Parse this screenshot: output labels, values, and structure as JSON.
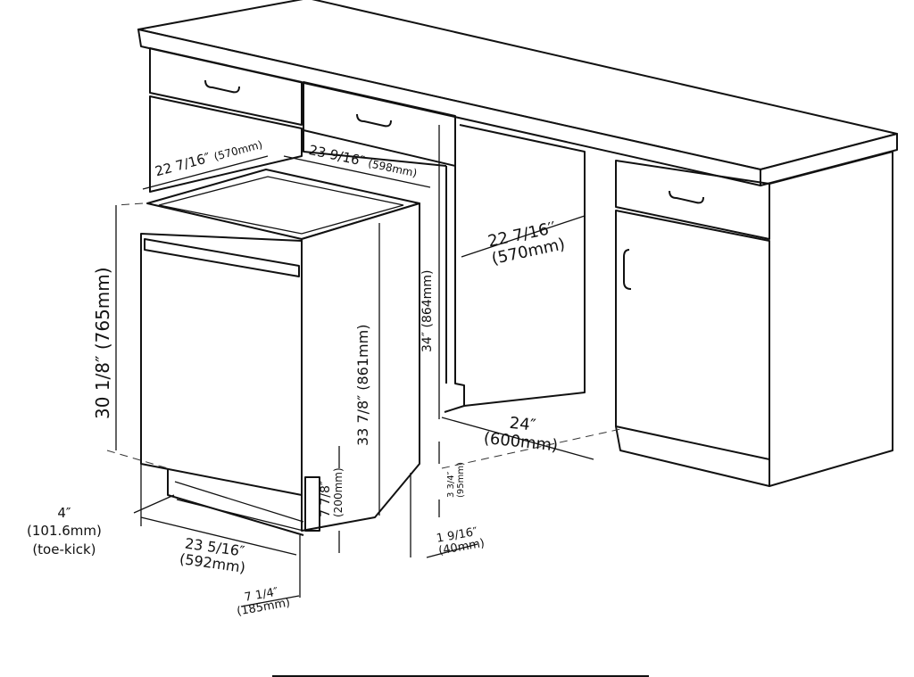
{
  "dimensions": {
    "cutout_depth_top": {
      "inch": "22 7/16″",
      "mm": "(570mm)"
    },
    "overall_depth": {
      "inch": "23 9/16″",
      "mm": "(598mm)"
    },
    "cabinet_depth": {
      "inch": "22 7/16′′",
      "mm": "(570mm)"
    },
    "door_height": {
      "text": "30 1/8″ (765mm)"
    },
    "unit_height": {
      "text": "33 7/8″ (861mm)"
    },
    "counter_height": {
      "text": "34″ (864mm)"
    },
    "opening_width": {
      "inch": "24″",
      "mm": "(600mm)"
    },
    "toe_kick": {
      "inch": "4″",
      "mm": "(101.6mm)",
      "note": "(toe-kick)"
    },
    "unit_width": {
      "inch": "23 5/16″",
      "mm": "(592mm)"
    },
    "door_swing": {
      "inch": "7 1/4″",
      "mm": "(185mm)"
    },
    "base_height": {
      "inch": "7 7/8″",
      "mm": "(200mm)"
    },
    "leg_adjust": {
      "inch": "3 3/4″",
      "mm": "(95mm)"
    },
    "rear_gap": {
      "inch": "1 9/16″",
      "mm": "(40mm)"
    }
  }
}
